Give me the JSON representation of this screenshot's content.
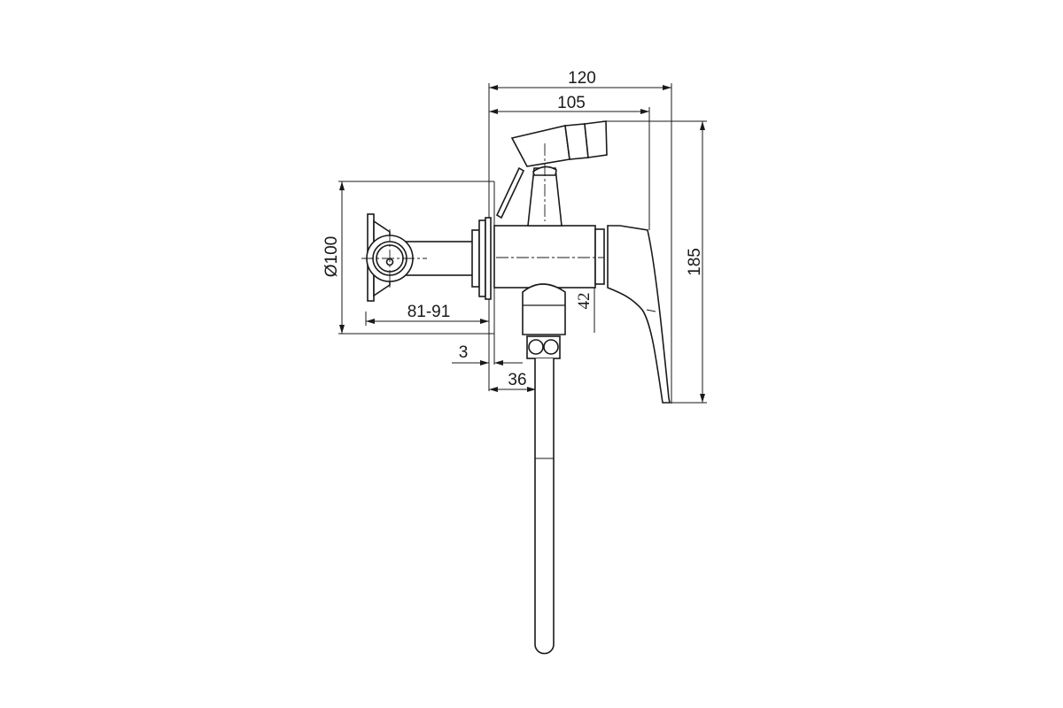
{
  "drawing": {
    "title": "Shower mixer side view technical drawing",
    "dimensions": {
      "overall_width": "120",
      "body_width": "105",
      "height": "185",
      "flange_diameter": "Ø100",
      "wall_depth": "81-91",
      "body_height": "42",
      "gap": "3",
      "outlet_offset": "36"
    }
  }
}
